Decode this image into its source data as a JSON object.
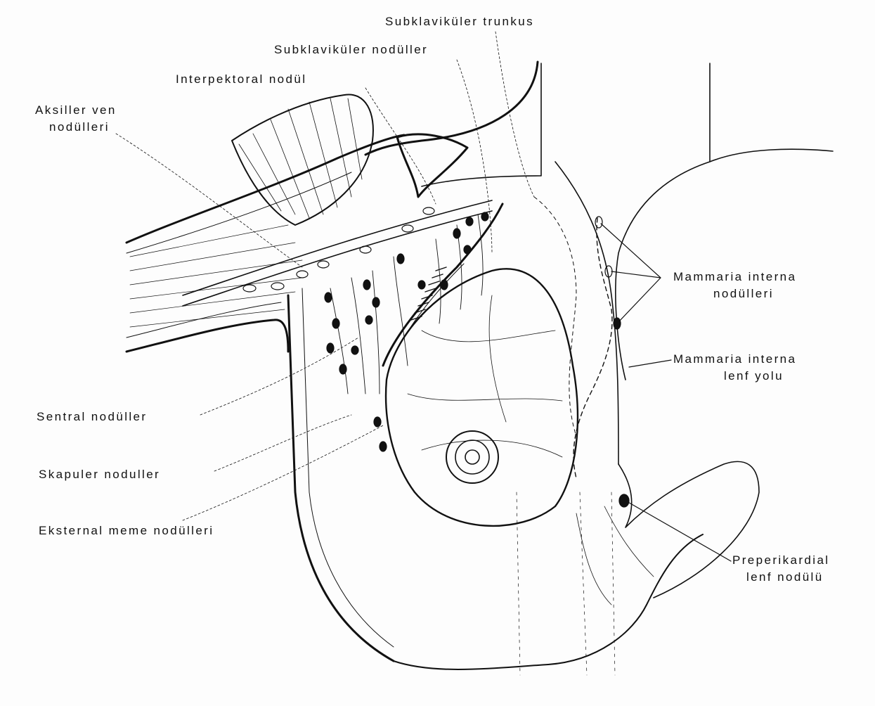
{
  "labels": {
    "subklavikuler_trunkus": "Subklaviküler trunkus",
    "subklavikuler_noduller": "Subklaviküler nodüller",
    "interpektoral_nodul": "Interpektoral nodül",
    "aksiller_ven_line1": "Aksiller ven",
    "aksiller_ven_line2": "nodülleri",
    "mammaria_interna_noduller_line1": "Mammaria interna",
    "mammaria_interna_noduller_line2": "nodülleri",
    "mammaria_interna_lenf_line1": "Mammaria interna",
    "mammaria_interna_lenf_line2": "lenf yolu",
    "sentral_noduller": "Sentral nodüller",
    "skapuler_noduller": "Skapuler noduller",
    "eksternal_meme_noduller": "Eksternal meme nodülleri",
    "preperikardial_line1": "Preperikardial",
    "preperikardial_line2": "lenf nodülü"
  },
  "colors": {
    "ink": "#111111",
    "paper": "#fdfdfd"
  }
}
